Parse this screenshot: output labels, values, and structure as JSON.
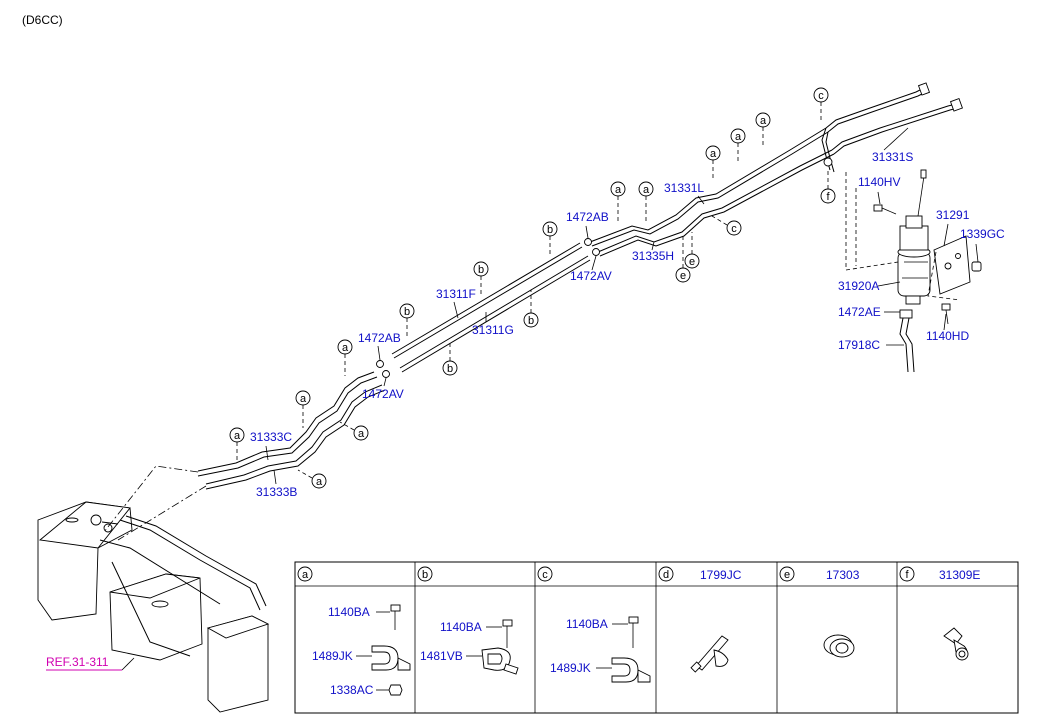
{
  "engine_code": "(D6CC)",
  "parts": {
    "p31331S": "31331S",
    "p1140HV": "1140HV",
    "p31291": "31291",
    "p1339GC": "1339GC",
    "p31920A": "31920A",
    "p1472AE": "1472AE",
    "p1140HD": "1140HD",
    "p17918C": "17918C",
    "p31331L": "31331L",
    "p1472AB_1": "1472AB",
    "p31335H": "31335H",
    "p1472AV_1": "1472AV",
    "p31311F": "31311F",
    "p31311G": "31311G",
    "p1472AB_2": "1472AB",
    "p1472AV_2": "1472AV",
    "p31333C": "31333C",
    "p31333B": "31333B"
  },
  "reference": "REF.31-311",
  "callout_letters": {
    "a": "a",
    "b": "b",
    "c": "c",
    "d": "d",
    "e": "e",
    "f": "f"
  },
  "table": {
    "headers": [
      {
        "letter": "a",
        "part": ""
      },
      {
        "letter": "b",
        "part": ""
      },
      {
        "letter": "c",
        "part": ""
      },
      {
        "letter": "d",
        "part": "1799JC"
      },
      {
        "letter": "e",
        "part": "17303"
      },
      {
        "letter": "f",
        "part": "31309E"
      }
    ],
    "cell_a": [
      "1140BA",
      "1489JK",
      "1338AC"
    ],
    "cell_b": [
      "1140BA",
      "1481VB"
    ],
    "cell_c": [
      "1140BA",
      "1489JK"
    ]
  }
}
